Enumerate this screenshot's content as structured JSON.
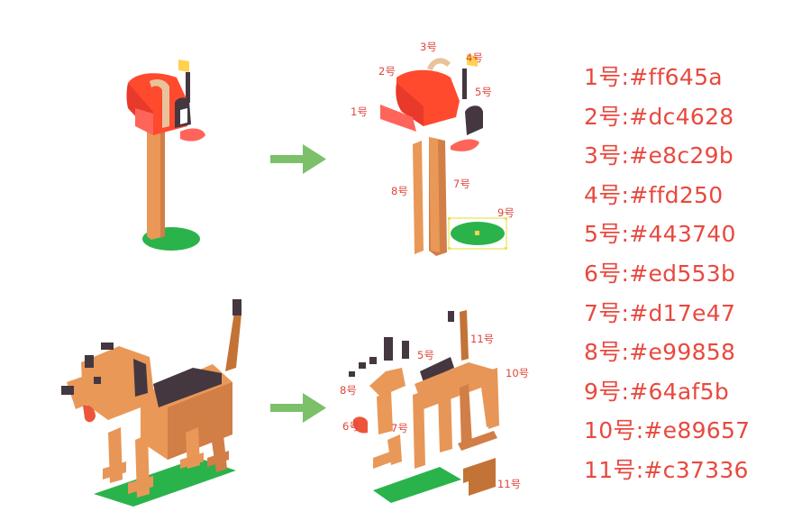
{
  "mailbox_labels": [
    "1号",
    "2号",
    "3号",
    "4号",
    "5号",
    "7号",
    "8号",
    "9号"
  ],
  "dog_labels": [
    "5号",
    "6号",
    "7号",
    "8号",
    "10号",
    "11号",
    "11号"
  ],
  "palette": [
    {
      "label": "1号:#ff645a",
      "color": "#ff645a"
    },
    {
      "label": "2号:#dc4628",
      "color": "#dc4628"
    },
    {
      "label": "3号:#e8c29b",
      "color": "#e8c29b"
    },
    {
      "label": "4号:#ffd250",
      "color": "#ffd250"
    },
    {
      "label": "5号:#443740",
      "color": "#443740"
    },
    {
      "label": "6号:#ed553b",
      "color": "#ed553b"
    },
    {
      "label": "7号:#d17e47",
      "color": "#d17e47"
    },
    {
      "label": "8号:#e99858",
      "color": "#e99858"
    },
    {
      "label": "9号:#64af5b",
      "color": "#64af5b"
    },
    {
      "label": "10号:#e89657",
      "color": "#e89657"
    },
    {
      "label": "11号:#c37336",
      "color": "#c37336"
    }
  ],
  "arrow_color": "#7cc06a"
}
